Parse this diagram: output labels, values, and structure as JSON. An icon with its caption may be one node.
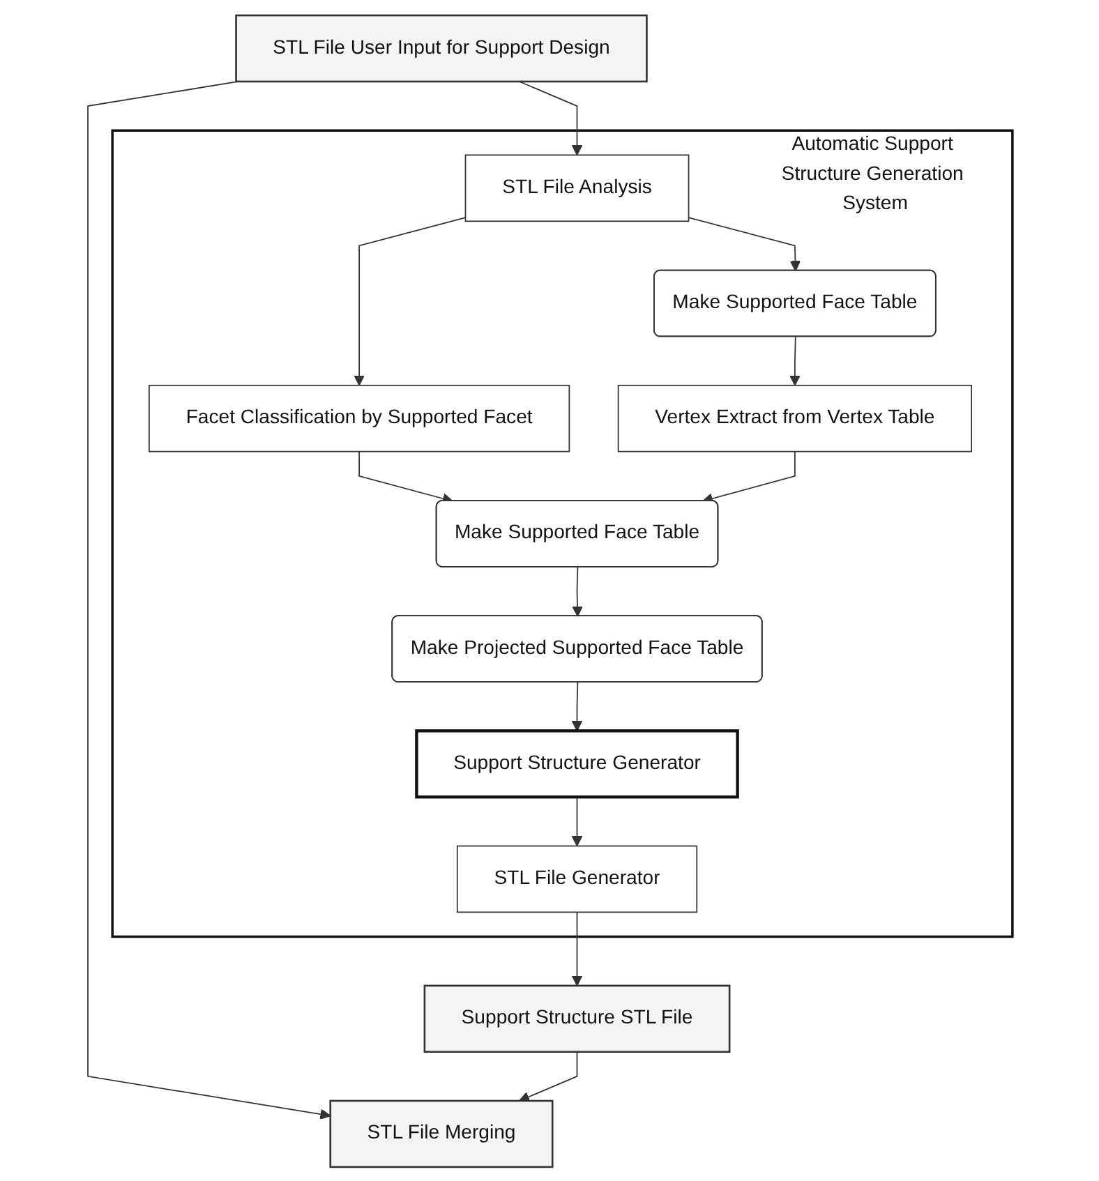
{
  "diagram": {
    "nodes": [
      {
        "text": [
          "STL File User Input for Support Design"
        ]
      },
      {
        "text": [
          "Automatic Support Structure Generation System"
        ]
      },
      {
        "text": [
          "STL File Analysis"
        ],
        "in": 1
      },
      {
        "text": [
          "Facet Classification by Supported Facet"
        ],
        "in": 1
      },
      {
        "text": [
          "Make Supported Face Table"
        ],
        "in": 1
      },
      {
        "text": [
          "Vertex Extract from Vertex Table"
        ],
        "in": 1
      },
      {
        "text": [
          "Make Supported Face Table"
        ],
        "in": 1
      },
      {
        "text": [
          "Make Projected Supported Face Table"
        ],
        "in": 1
      },
      {
        "text": [
          "Support Structure Generator"
        ],
        "in": 1
      },
      {
        "text": [
          "STL File Generator"
        ],
        "in": 1
      },
      {
        "text": [
          "Support Structure STL File"
        ]
      },
      {
        "text": [
          "STL File Merging"
        ]
      }
    ],
    "edges": [
      {
        "from": 0,
        "to": 2,
        "arrow": "to"
      },
      {
        "from": 0,
        "to": 11,
        "arrow": "to"
      },
      {
        "from": 2,
        "to": 3,
        "arrow": "to"
      },
      {
        "from": 2,
        "to": 4,
        "arrow": "to"
      },
      {
        "from": 4,
        "to": 5,
        "arrow": "to"
      },
      {
        "from": 3,
        "to": 6,
        "arrow": "to"
      },
      {
        "from": 5,
        "to": 6,
        "arrow": "to"
      },
      {
        "from": 6,
        "to": 7,
        "arrow": "to"
      },
      {
        "from": 7,
        "to": 8,
        "arrow": "to"
      },
      {
        "from": 8,
        "to": 9,
        "arrow": "to"
      },
      {
        "from": 9,
        "to": 10,
        "arrow": "to"
      },
      {
        "from": 10,
        "to": 11,
        "arrow": "to"
      }
    ]
  }
}
